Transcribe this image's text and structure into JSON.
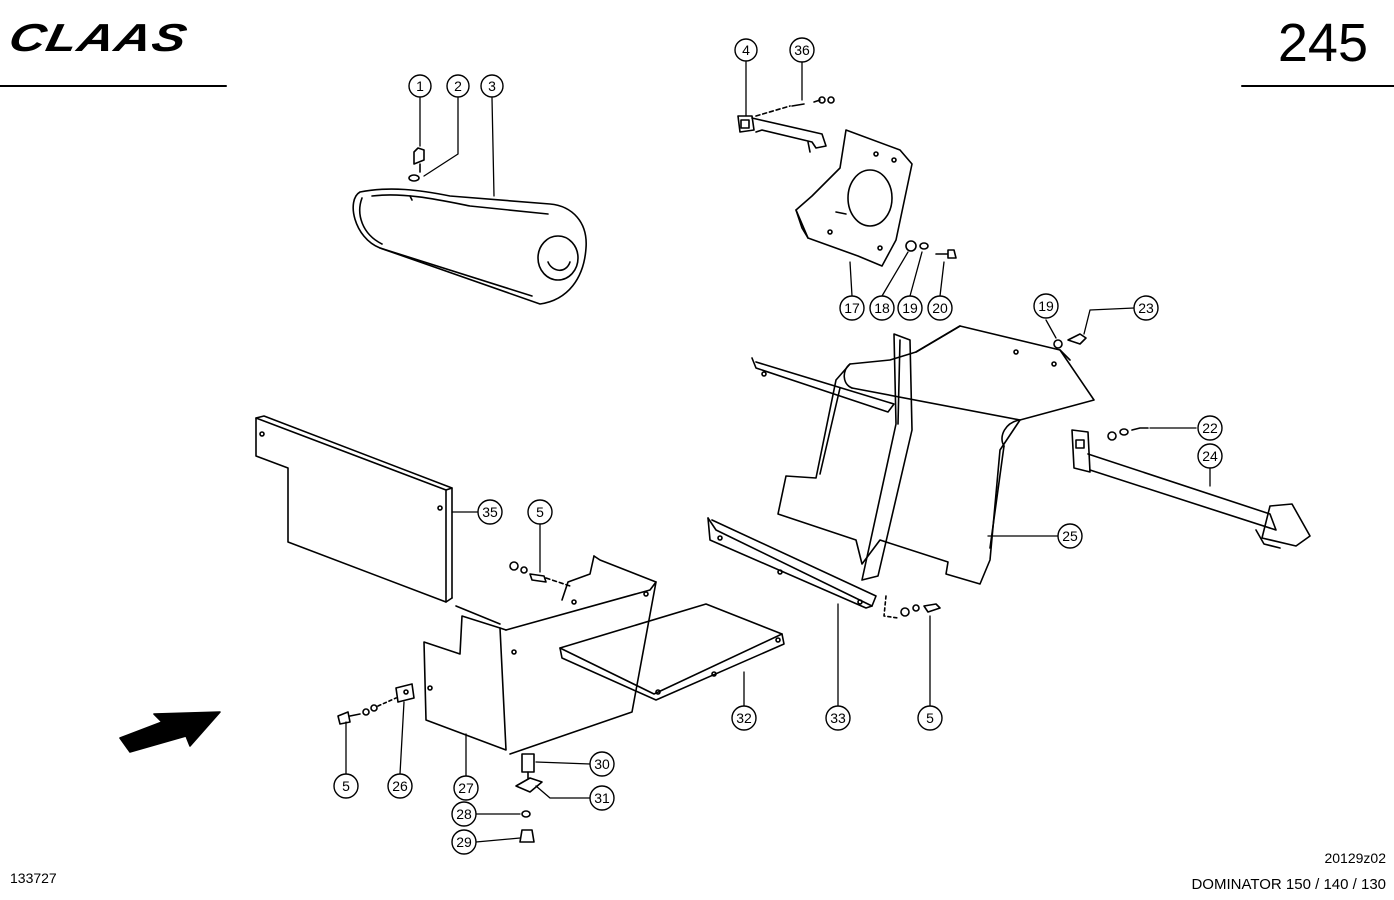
{
  "header": {
    "brand": "CLAAS",
    "page_number": "245"
  },
  "footer": {
    "document_number": "133727",
    "drawing_code": "20129z02",
    "model_range": "DOMINATOR 150 / 140 / 130"
  },
  "callouts": [
    "1",
    "2",
    "3",
    "4",
    "36",
    "17",
    "18",
    "19",
    "20",
    "19",
    "23",
    "22",
    "24",
    "25",
    "35",
    "5",
    "32",
    "33",
    "5",
    "5",
    "26",
    "27",
    "30",
    "31",
    "28",
    "29"
  ],
  "icons": {
    "direction_arrow": "arrow-icon"
  }
}
